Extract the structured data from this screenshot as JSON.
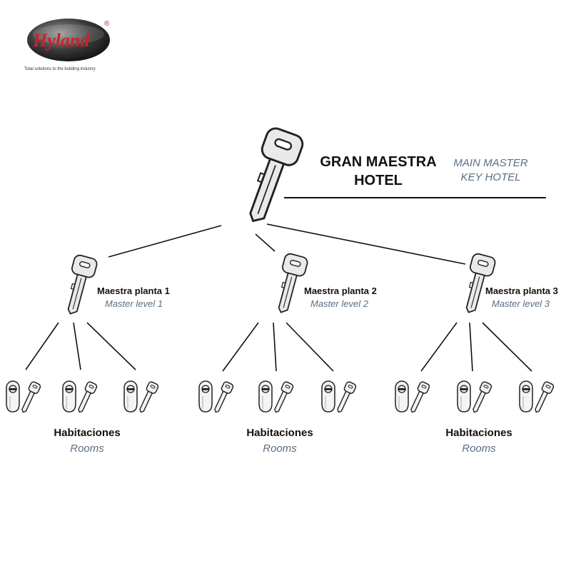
{
  "brand": {
    "logo_text": "Hyland",
    "registered_mark": "®",
    "tagline": "Total solutions to the building industry",
    "logo_color": "#c8232c"
  },
  "main_master": {
    "label_es": "GRAN MAESTRA HOTEL",
    "label_es_line1": "GRAN MAESTRA",
    "label_es_line2": "HOTEL",
    "label_en_line1": "MAIN MASTER",
    "label_en_line2": "KEY HOTEL",
    "icon": "key-icon"
  },
  "levels": [
    {
      "label_es": "Maestra planta 1",
      "label_en": "Master level 1",
      "icon": "key-icon"
    },
    {
      "label_es": "Maestra planta 2",
      "label_en": "Master level 2",
      "icon": "key-icon"
    },
    {
      "label_es": "Maestra planta 3",
      "label_en": "Master level 3",
      "icon": "key-icon"
    }
  ],
  "rooms": [
    {
      "label_es": "Habitaciones",
      "label_en": "Rooms",
      "icon": "lock-cylinder-with-key-icon"
    },
    {
      "label_es": "Habitaciones",
      "label_en": "Rooms",
      "icon": "lock-cylinder-with-key-icon"
    },
    {
      "label_es": "Habitaciones",
      "label_en": "Rooms",
      "icon": "lock-cylinder-with-key-icon"
    }
  ],
  "colors": {
    "text_dark": "#111111",
    "text_english": "#5a6f86",
    "line": "#111111"
  }
}
